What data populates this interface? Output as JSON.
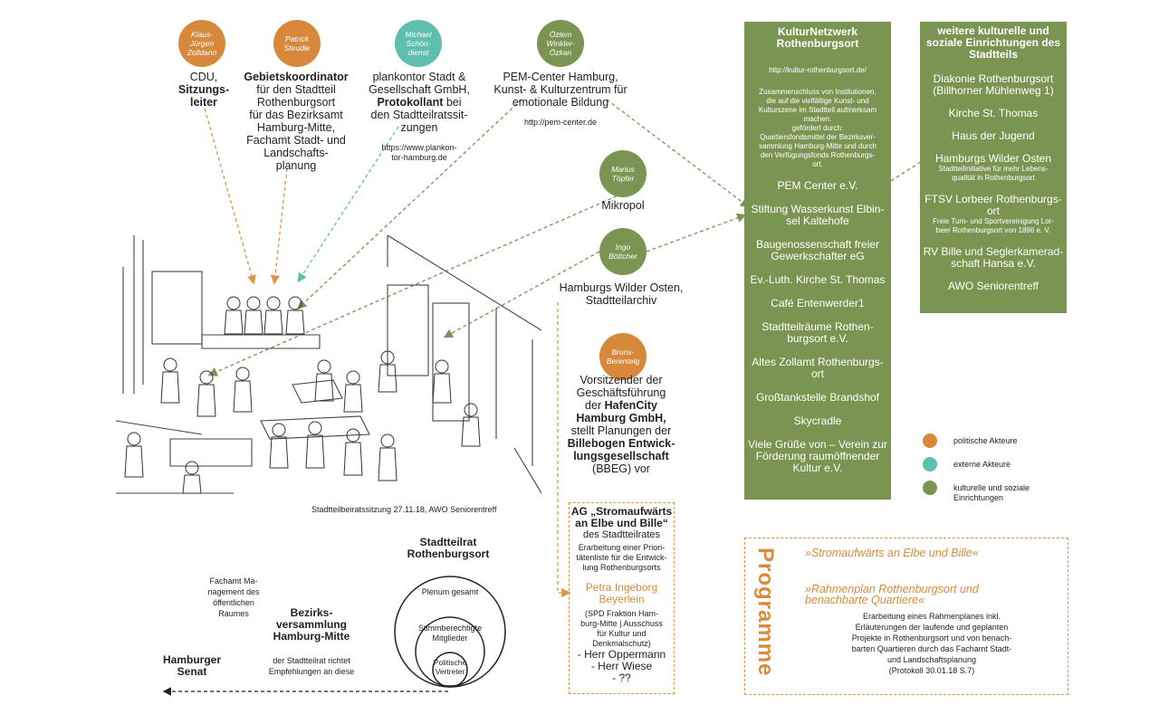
{
  "colors": {
    "political": "#d8883a",
    "external": "#5fbfae",
    "cultural": "#7a9552",
    "orange_text": "#d98a3a"
  },
  "actors": [
    {
      "name": "Klaus-\nJürgen\nZolldann",
      "color": "political"
    },
    {
      "name": "Patrick\nSteudle",
      "color": "political"
    },
    {
      "name": "Michael\nSchön-\ndienst",
      "color": "external"
    },
    {
      "name": "Özlem\nWinkler-\nÖzkan",
      "color": "cultural"
    },
    {
      "name": "Marius\nTöpfer",
      "color": "cultural"
    },
    {
      "name": "Ingo\nBöttcher",
      "color": "cultural"
    },
    {
      "name": "Bruns-\nBerentelg",
      "color": "political"
    }
  ],
  "actor_texts": {
    "zolldann_l1": "CDU,",
    "zolldann_l2": "Sitzungs-",
    "zolldann_l3": "leiter",
    "steudle_l1": "Gebietskoordinator",
    "steudle_l2": "für den Stadtteil",
    "steudle_l3": "Rothenburgsort",
    "steudle_l4": "für das Bezirksamt",
    "steudle_l5": "Hamburg-Mitte,",
    "steudle_l6": "Fachamt Stadt- und",
    "steudle_l7": "Landschafts-",
    "steudle_l8": "planung",
    "schoendienst_l1": "plankontor Stadt &",
    "schoendienst_l2": "Gesellschaft GmbH,",
    "schoendienst_l3a": "Protokollant",
    "schoendienst_l3b": " bei",
    "schoendienst_l4": "den Stadtteilratssit-",
    "schoendienst_l5": "zungen",
    "schoendienst_url1": "https://www.plankon-",
    "schoendienst_url2": "tor-hamburg.de",
    "oezlem_l1": "PEM-Center Hamburg,",
    "oezlem_l2": "Kunst- & Kulturzentrum für",
    "oezlem_l3": "emotionale Bildung",
    "oezlem_url": "http://pem-center.de",
    "toepfer": "Mikropol",
    "boettcher_l1": "Hamburgs Wilder Osten,",
    "boettcher_l2": "Stadtteilarchiv",
    "bruns_l1": "Vorsitzender der",
    "bruns_l2": "Geschäftsführung",
    "bruns_l3a": "der ",
    "bruns_l3b": "HafenCity",
    "bruns_l4": "Hamburg GmbH,",
    "bruns_l5": "stellt Planungen der",
    "bruns_l6": "Billebogen Entwick-",
    "bruns_l7": "lungsgesellschaft",
    "bruns_l8": "(BBEG) vor"
  },
  "sketch_caption": "Stadtteilbeiratssitzung 27.11.18, AWO Seniorentreff",
  "kulturnetzwerk": {
    "title_l1": "KulturNetzwerk",
    "title_l2": "Rothenburgsort",
    "url": "http://kultur-rothenburgsort.de/",
    "desc": [
      "Zusammenschluss von Institutionen,",
      "die auf die vielfältige Kunst- und",
      "Kulturszene im Stadtteil aufmerksam",
      "machen.",
      "gefördert durch:",
      "Quartiersfondsmittel der Bezirksver-",
      "sammlung Hamburg-Mitte und durch",
      "den Verfügungsfonds Rothenburgs-",
      "ort."
    ],
    "items": [
      [
        "PEM Center e.V."
      ],
      [
        "Stiftung Wasserkunst Elbin-",
        "sel Kaltehofe"
      ],
      [
        "Baugenossenschaft freier",
        "Gewerkschafter eG"
      ],
      [
        "Ev.-Luth. Kirche St. Thomas"
      ],
      [
        "Café Entenwerder1"
      ],
      [
        "Stadtteilräume Rothen-",
        "burgsort e.V."
      ],
      [
        "Altes Zollamt Rothenburgs-",
        "ort"
      ],
      [
        "Großtankstelle Brandshof"
      ],
      [
        "Skycradle"
      ],
      [
        "Viele Grüße von – Verein zur",
        "Förderung raumöffnender",
        "Kultur e.V."
      ]
    ]
  },
  "weitere": {
    "title_l1": "weitere kulturelle und",
    "title_l2": "soziale Einrichtungen des",
    "title_l3": "Stadtteils",
    "items": [
      {
        "lines": [
          "Diakonie Rothenburgsort",
          "(Billhorner Mühlenweg 1)"
        ],
        "sub": []
      },
      {
        "lines": [
          "Kirche St. Thomas"
        ],
        "sub": []
      },
      {
        "lines": [
          "Haus der Jugend"
        ],
        "sub": []
      },
      {
        "lines": [
          "Hamburgs Wilder Osten"
        ],
        "sub": [
          "Stadtteilinitiative für mehr Lebens-",
          "qualität in Rothenburgsort"
        ]
      },
      {
        "lines": [
          "FTSV Lorbeer Rothenburgs-",
          "ort"
        ],
        "sub": [
          "Freie Turn- und Sportvereinigung Lor-",
          "beer Rothenburgsort von 1896 e. V."
        ]
      },
      {
        "lines": [
          "RV Bille und Seglerkamerad-",
          "schaft Hansa e.V."
        ],
        "sub": []
      },
      {
        "lines": [
          "AWO Seniorentreff"
        ],
        "sub": []
      }
    ]
  },
  "legend": [
    {
      "label": "politische Akteure",
      "color": "political"
    },
    {
      "label": "externe Akteure",
      "color": "external"
    },
    {
      "label": "kulturelle und soziale\nEinrichtungen",
      "color": "cultural"
    }
  ],
  "ag_box": {
    "title_l1": "AG „Stromaufwärts",
    "title_l2": "an Elbe und Bille“",
    "sub": "des Stadtteilrates",
    "desc": [
      "Erarbeitung einer Priori-",
      "tätenliste für die Entwick-",
      "lung Rothenburgsorts"
    ],
    "person_l1": "Petra Ingeborg",
    "person_l2": "Beyerlein",
    "person_desc": [
      "(SPD Fraktion Ham-",
      "burg-Mitte | Ausschuss",
      "für Kultur und",
      "Denkmalschutz)"
    ],
    "members": [
      "- Herr Oppermann",
      "- Herr Wiese",
      "- ??"
    ]
  },
  "stadtteilrat": {
    "title_l1": "Stadtteilrat",
    "title_l2": "Rothenburgsort",
    "ring1": "Plenum gesamt",
    "ring2": "Stimmberechtigte\nMitglieder",
    "ring3": "Politische\nVertreter"
  },
  "bezirk": {
    "fachamt": [
      "Fachamt Ma-",
      "nagement des",
      "öffentlichen",
      "Raumes"
    ],
    "title": [
      "Bezirks-",
      "versammlung",
      "Hamburg-Mitte"
    ],
    "desc": [
      "der Stadtteilrat richtet",
      "Empfehlungen an diese"
    ],
    "senat": [
      "Hamburger",
      "Senat"
    ]
  },
  "programme": {
    "vertical": "Programme",
    "p1": "»Stromaufwärts an Elbe und Bille«",
    "p2_l1": "»Rahmenplan Rothenburgsort und",
    "p2_l2": "benachbarte Quartiere«",
    "desc": [
      "Erarbeitung eines Rahmenplanes inkl.",
      "Erläuterungen der laufende und geplanten",
      "Projekte in Rothenburgsort und von benach-",
      "barten Quartieren durch das Fachamt Stadt-",
      "und Landschaftsplanung",
      "(Protokoll 30.01.18 S.7)"
    ]
  }
}
